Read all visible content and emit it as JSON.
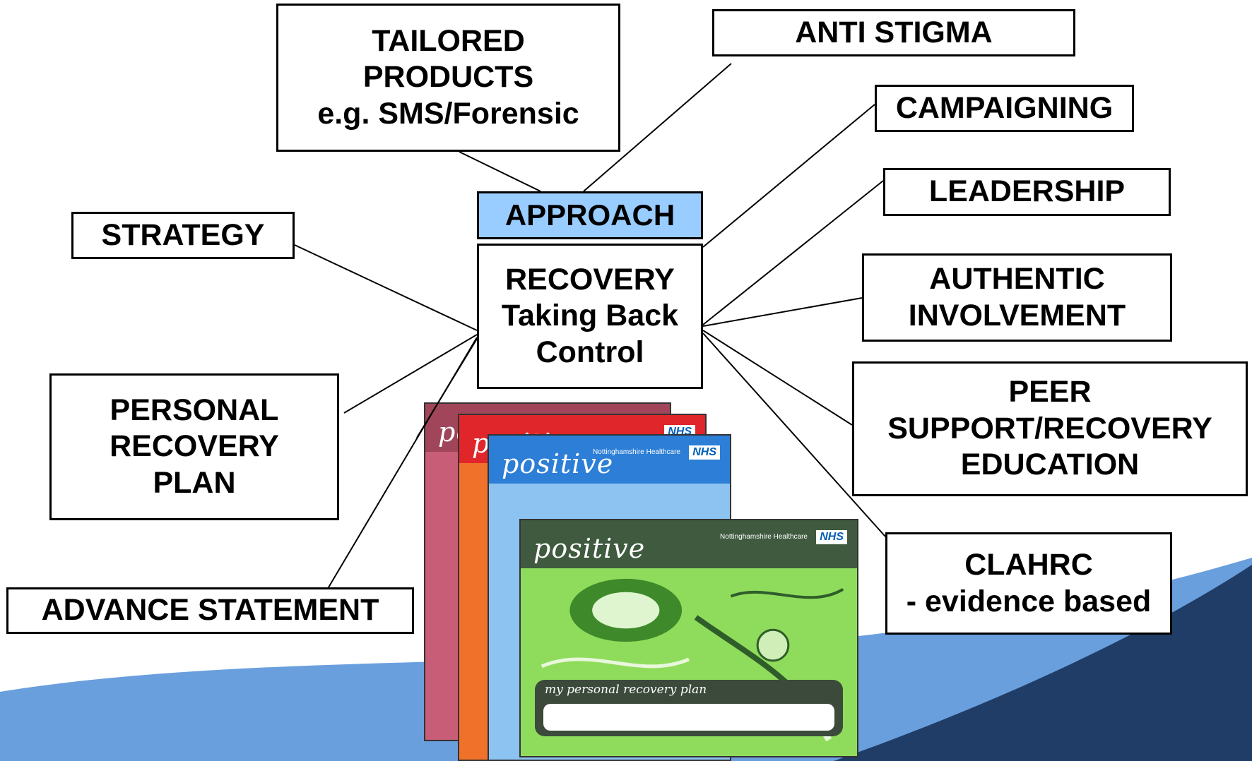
{
  "center": {
    "approach_label": "APPROACH",
    "recovery_label": "RECOVERY\nTaking Back\nControl"
  },
  "nodes": {
    "tailored": "TAILORED\nPRODUCTS\ne.g. SMS/Forensic",
    "anti_stigma": "ANTI STIGMA",
    "campaigning": "CAMPAIGNING",
    "leadership": "LEADERSHIP",
    "strategy": "STRATEGY",
    "authentic": "AUTHENTIC\nINVOLVEMENT",
    "peer": "PEER\nSUPPORT/RECOVERY\nEDUCATION",
    "personal_plan": "PERSONAL\nRECOVERY\nPLAN",
    "clahrc": "CLAHRC\n- evidence based",
    "advance": "ADVANCE STATEMENT"
  },
  "booklets": {
    "brand": "positive",
    "nhs_logo": "NHS",
    "org": "Nottinghamshire Healthcare",
    "front_title": "my personal recovery plan"
  },
  "colors": {
    "approach_fill": "#99ccff",
    "wave_light": "#6a9fde",
    "wave_dark": "#1f3d66",
    "cover_maroon": "#a0455a",
    "cover_red": "#e0262a",
    "cover_blue": "#2c7ed6",
    "cover_green": "#3f5a3f",
    "cover_green_art": "#8fdc5c"
  }
}
